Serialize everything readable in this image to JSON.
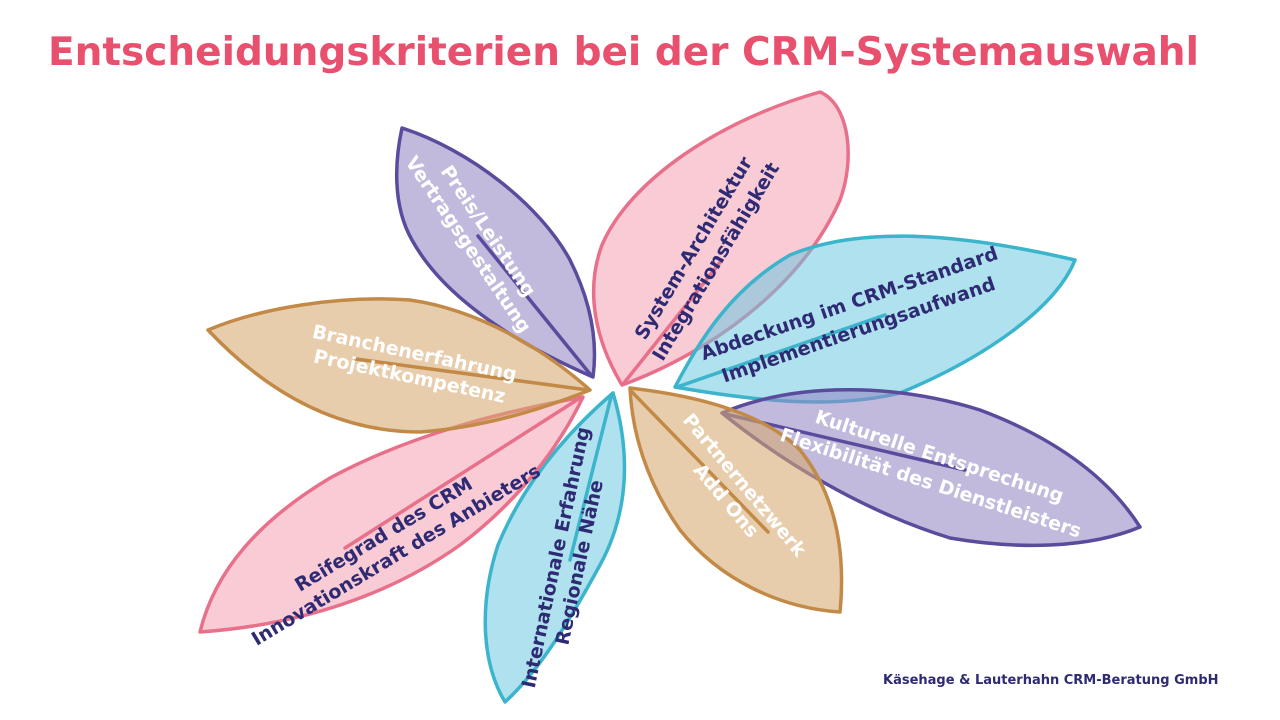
{
  "title": "Entscheidungskriterien bei der CRM-Systemauswahl",
  "footer": "Käsehage & Lauterhahn CRM-Beratung GmbH",
  "colors": {
    "title": "#e8506e",
    "pink": "#e8708a",
    "purple": "#5b4b9c",
    "blue": "#3bb4cc",
    "brown": "#c28a46",
    "dark_text": "#2e2a73",
    "light_text": "#ffffff"
  },
  "petals": [
    {
      "id": "preis",
      "color": "purple",
      "text_color": "light_text",
      "lines": [
        "Preis/Leistung",
        "Vertragsgestaltung"
      ]
    },
    {
      "id": "architektur",
      "color": "pink",
      "text_color": "dark_text",
      "lines": [
        "System-Architektur",
        "Integrationsfähigkeit"
      ]
    },
    {
      "id": "standard",
      "color": "blue",
      "text_color": "dark_text",
      "lines": [
        "Abdeckung im CRM-Standard",
        "Implementierungsaufwand"
      ]
    },
    {
      "id": "kultur",
      "color": "purple",
      "text_color": "light_text",
      "lines": [
        "Kulturelle Entsprechung",
        "Flexibilität des Dienstleisters"
      ]
    },
    {
      "id": "partner",
      "color": "brown",
      "text_color": "light_text",
      "lines": [
        "Partnernetzwerk",
        "Add Ons"
      ]
    },
    {
      "id": "international",
      "color": "blue",
      "text_color": "dark_text",
      "lines": [
        "Internationale Erfahrung",
        "Regionale Nähe"
      ]
    },
    {
      "id": "reifegrad",
      "color": "pink",
      "text_color": "dark_text",
      "lines": [
        "Reifegrad des CRM",
        "Innovationskraft des Anbieters"
      ]
    },
    {
      "id": "branche",
      "color": "brown",
      "text_color": "light_text",
      "lines": [
        "Branchenerfahrung",
        "Projektkompetenz"
      ]
    }
  ]
}
